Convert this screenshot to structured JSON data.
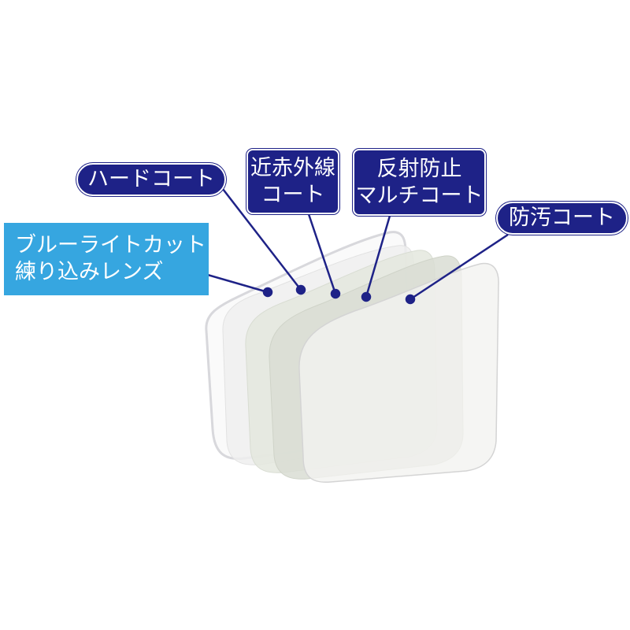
{
  "colors": {
    "navy": "#1e2287",
    "blue": "#36a6e0"
  },
  "labels": {
    "blue_light": [
      "ブルーライトカット",
      "練り込みレンズ"
    ],
    "hard_coat": "ハードコート",
    "near_infrared": [
      "近赤外線",
      "コート"
    ],
    "anti_reflection": [
      "反射防止",
      "マルチコート"
    ],
    "anti_fouling": "防汚コート"
  }
}
